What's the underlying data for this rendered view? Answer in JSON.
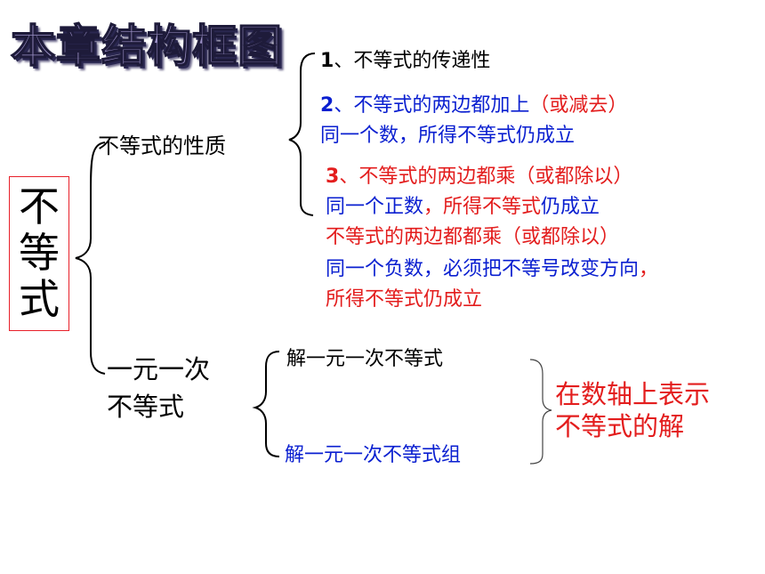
{
  "title": "本章结构框图",
  "root": [
    "不",
    "等",
    "式"
  ],
  "branch_properties": {
    "label": "不等式的性质",
    "items": [
      {
        "num": "1",
        "sep": "、",
        "text": "不等式的传递性"
      },
      {
        "num": "2",
        "sep": "、",
        "line1_a": "不等式的两边都加上",
        "line1_b": "（或减去）",
        "line2": "同一个数，所得不等式仍成立"
      },
      {
        "num": "3",
        "sep": "、",
        "line1": "不等式的两边都乘（或都除以）",
        "line2_a": "同一个正数",
        "line2_b": "，所得不等式",
        "line2_c": "仍成立",
        "line3": "不等式的两边都都乘（或都除以）",
        "line4_a": "同一个负数，",
        "line4_b": "必须把不等号",
        "line4_c": "改变方向",
        "line4_d": "，",
        "line5": "所得不等式仍成立"
      }
    ]
  },
  "branch_linear": {
    "label_line1": "一元一次",
    "label_line2": "不等式",
    "items": [
      "解一元一次不等式",
      "解一元一次不等式组"
    ],
    "result_line1": "在数轴上表示",
    "result_line2": "不等式的解"
  }
}
